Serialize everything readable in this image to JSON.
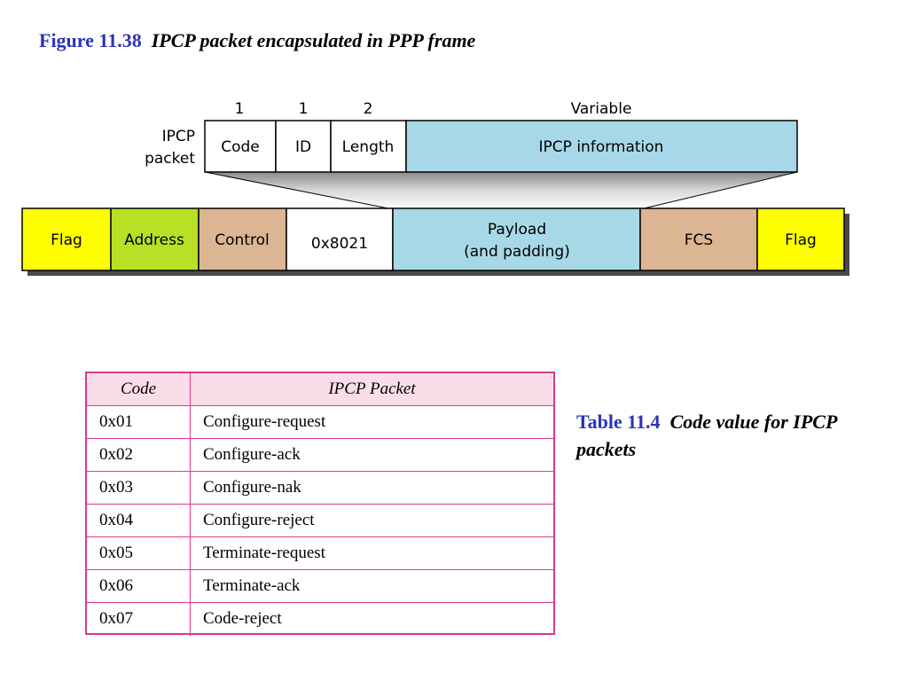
{
  "figure": {
    "number": "Figure 11.38",
    "caption": "IPCP packet encapsulated in PPP frame"
  },
  "ipcp_packet": {
    "label_line1": "IPCP",
    "label_line2": "packet",
    "fields": [
      {
        "size": "1",
        "label": "Code"
      },
      {
        "size": "1",
        "label": "ID"
      },
      {
        "size": "2",
        "label": "Length"
      },
      {
        "size": "Variable",
        "label": "IPCP information"
      }
    ]
  },
  "ppp_frame": {
    "fields": [
      {
        "label": "Flag",
        "color": "#ffff00"
      },
      {
        "label": "Address",
        "color": "#b8e024"
      },
      {
        "label": "Control",
        "color": "#dcb592"
      },
      {
        "label": "0x8021",
        "color": "#ffffff"
      },
      {
        "label": "Payload",
        "label2": "(and padding)",
        "color": "#a7d8e8"
      },
      {
        "label": "FCS",
        "color": "#dcb592"
      },
      {
        "label": "Flag",
        "color": "#ffff00"
      }
    ]
  },
  "table": {
    "number": "Table 11.4",
    "caption": "Code value for IPCP packets",
    "headers": [
      "Code",
      "IPCP Packet"
    ],
    "rows": [
      [
        "0x01",
        "Configure-request"
      ],
      [
        "0x02",
        "Configure-ack"
      ],
      [
        "0x03",
        "Configure-nak"
      ],
      [
        "0x04",
        "Configure-reject"
      ],
      [
        "0x05",
        "Terminate-request"
      ],
      [
        "0x06",
        "Terminate-ack"
      ],
      [
        "0x07",
        "Code-reject"
      ]
    ]
  },
  "colors": {
    "title_blue": "#2b34b8",
    "table_border": "#e0388e",
    "table_header_bg": "#fbdce9",
    "ipcp_info_fill": "#a7d8e8"
  }
}
